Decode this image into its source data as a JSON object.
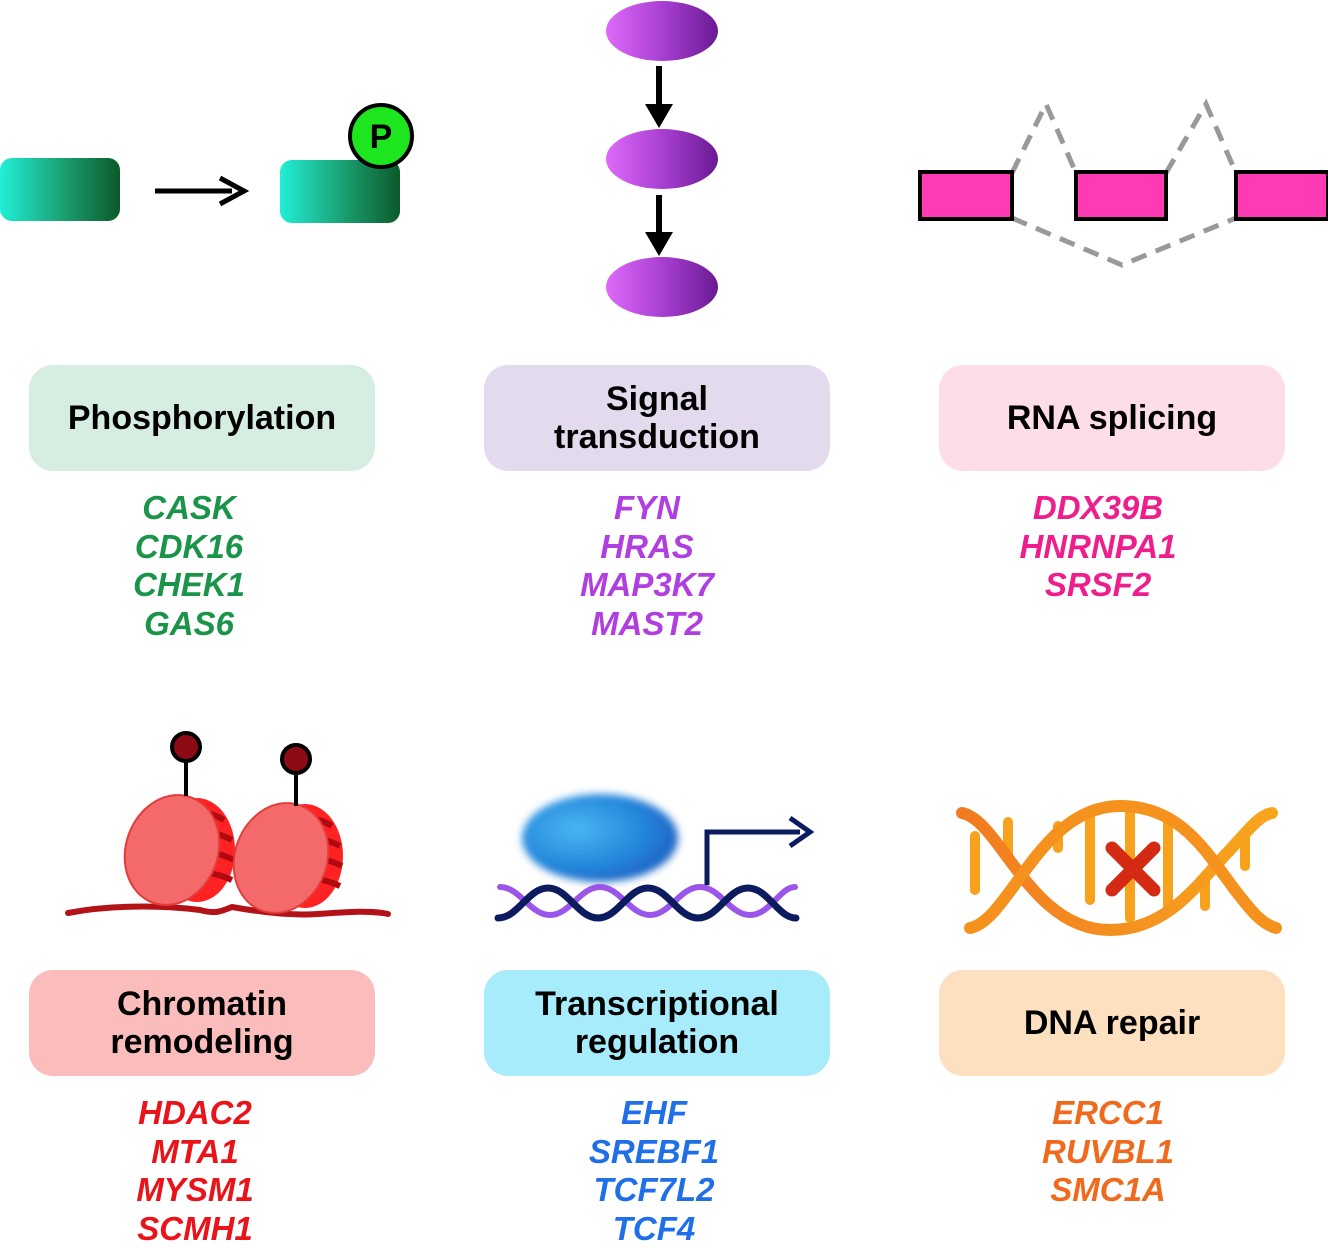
{
  "phos_label": "P",
  "categories": [
    {
      "id": "phosphorylation",
      "title": "Phosphorylation",
      "bg": "#d6eee1",
      "gene_color": "#1a9448",
      "genes": [
        "CASK",
        "CDK16",
        "CHEK1",
        "GAS6"
      ]
    },
    {
      "id": "signal-transduction",
      "title": "Signal\ntransduction",
      "bg": "#e4daee",
      "gene_color": "#b03ee0",
      "genes": [
        "FYN",
        "HRAS",
        "MAP3K7",
        "MAST2"
      ]
    },
    {
      "id": "rna-splicing",
      "title": "RNA splicing",
      "bg": "#fcdde8",
      "gene_color": "#ee1e8c",
      "genes": [
        "DDX39B",
        "HNRNPA1",
        "SRSF2"
      ]
    },
    {
      "id": "chromatin-remodeling",
      "title": "Chromatin\nremodeling",
      "bg": "#fbbcbc",
      "gene_color": "#e8141a",
      "genes": [
        "HDAC2",
        "MTA1",
        "MYSM1",
        "SCMH1"
      ]
    },
    {
      "id": "transcriptional-regulation",
      "title": "Transcriptional\nregulation",
      "bg": "#a6ecfa",
      "gene_color": "#1f6fe8",
      "genes": [
        "EHF",
        "SREBF1",
        "TCF7L2",
        "TCF4"
      ]
    },
    {
      "id": "dna-repair",
      "title": "DNA repair",
      "bg": "#fde0bf",
      "gene_color": "#f06a1e",
      "genes": [
        "ERCC1",
        "RUVBL1",
        "SMC1A"
      ]
    }
  ]
}
